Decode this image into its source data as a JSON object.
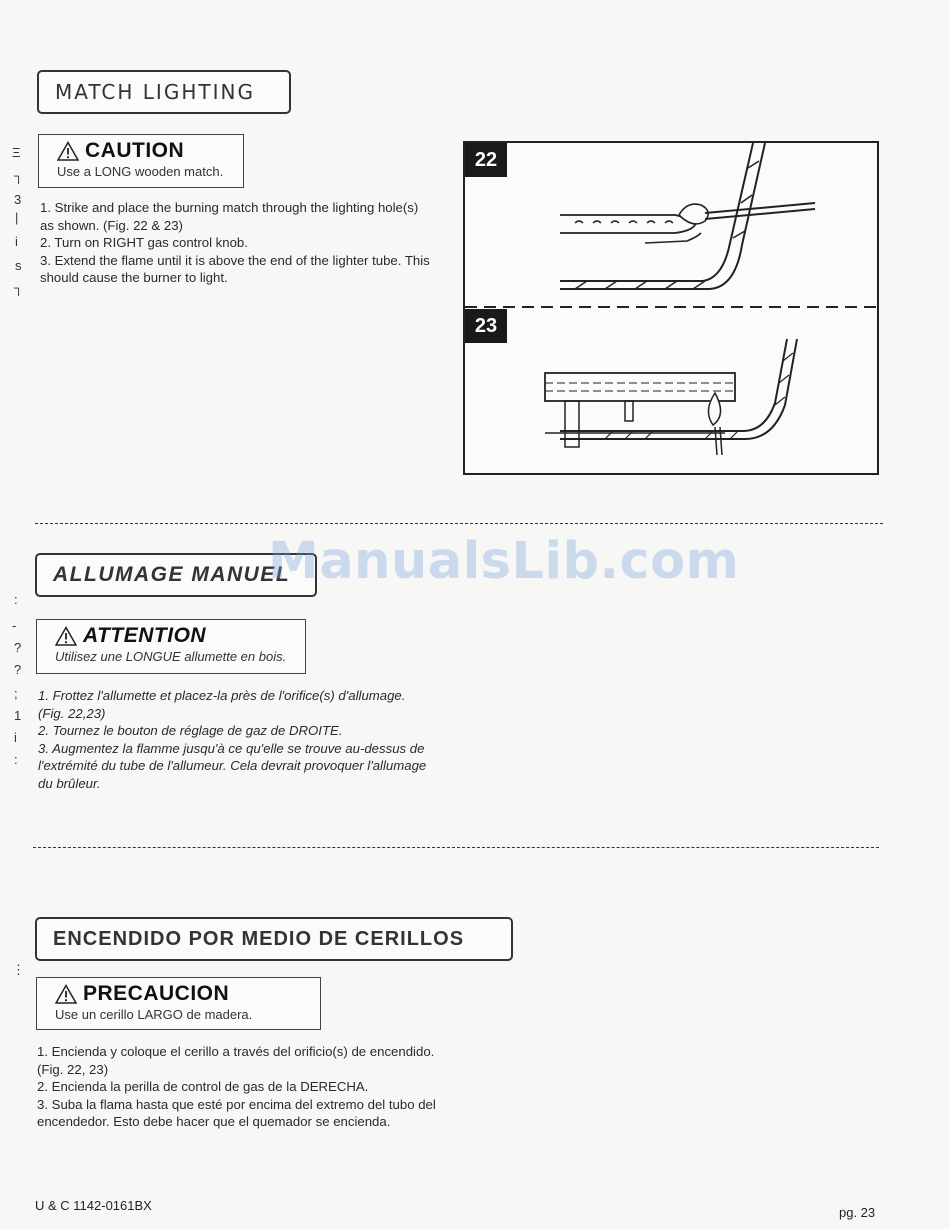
{
  "english": {
    "heading": "MATCH LIGHTING",
    "caution_title": "CAUTION",
    "caution_text": "Use a LONG wooden match.",
    "steps": [
      "1.  Strike and place the burning match through the lighting hole(s)",
      "as shown.  (Fig. 22 & 23)",
      "2.  Turn on RIGHT gas control knob.",
      "3.  Extend the flame until it is above the end of the lighter tube.  This",
      "should cause the burner to light."
    ]
  },
  "french": {
    "heading": "ALLUMAGE MANUEL",
    "caution_title": "ATTENTION",
    "caution_text": "Utilisez une LONGUE allumette en bois.",
    "steps": [
      "1.  Frottez l'allumette et placez-la près de l'orifice(s) d'allumage.",
      "(Fig. 22,23)",
      "2.  Tournez le bouton de réglage de gaz de DROITE.",
      "3. Augmentez la flamme jusqu'à ce qu'elle se trouve au-dessus de",
      "l'extrémité du tube de l'allumeur. Cela devrait provoquer l'allumage",
      "du brûleur."
    ]
  },
  "spanish": {
    "heading": "ENCENDIDO POR MEDIO DE CERILLOS",
    "caution_title": "PRECAUCION",
    "caution_text": "Use un cerillo LARGO de madera.",
    "steps": [
      "1.  Encienda y coloque el cerillo a través del orificio(s) de encendido.",
      "(Fig. 22, 23)",
      "2.  Encienda la perilla de control de gas de la DERECHA.",
      "3.  Suba la flama hasta que esté por encima del extremo del tubo del",
      "encendedor. Esto debe hacer que el quemador se encienda."
    ]
  },
  "figure": {
    "label_top": "22",
    "label_bottom": "23"
  },
  "watermark": "ManualsLib.com",
  "footer": {
    "model": "U & C 1142-0161BX",
    "page": "pg. 23"
  }
}
